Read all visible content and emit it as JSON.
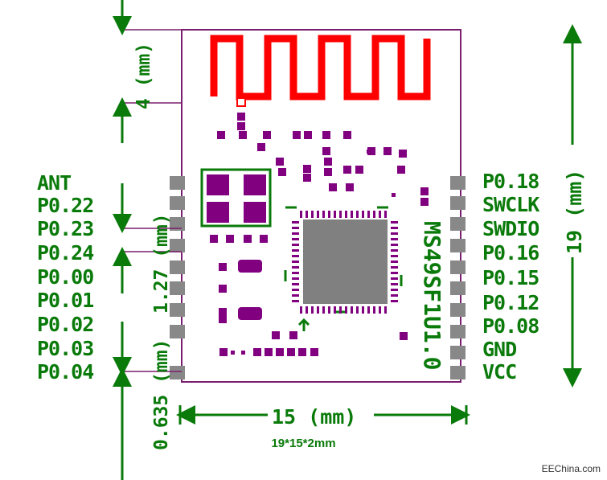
{
  "module": {
    "part_number": "MS49SF1U1.0",
    "size_note": "19*15*2mm",
    "colors": {
      "outline": "#7a1f6f",
      "antenna": "#ff0000",
      "component": "#800080",
      "pad": "#888888",
      "dimension": "#0a7a0a",
      "chip": "#808080"
    }
  },
  "left_pins": [
    "ANT",
    "P0.22",
    "P0.23",
    "P0.24",
    "P0.00",
    "P0.01",
    "P0.02",
    "P0.03",
    "P0.04"
  ],
  "right_pins": [
    "P0.18",
    "SWCLK",
    "SWDIO",
    "P0.16",
    "P0.15",
    "P0.12",
    "P0.08",
    "GND",
    "VCC"
  ],
  "dimensions": {
    "antenna_height": "4 (mm)",
    "pin_pitch": "1.27 (mm)",
    "edge_offset": "0.635 (mm)",
    "width": "15 (mm)",
    "height": "19 (mm)"
  },
  "watermark": "EEChina.com"
}
